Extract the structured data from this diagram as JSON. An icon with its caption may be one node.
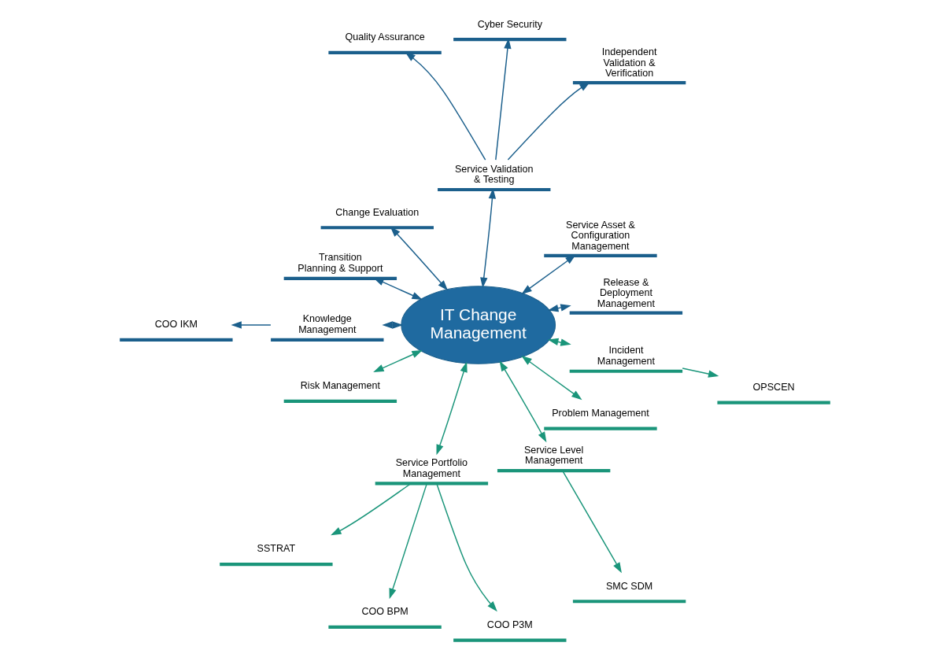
{
  "diagram": {
    "nodes": [
      {
        "text": [
          "IT Change Management"
        ]
      },
      {
        "text": [
          "Release & Deployment Management"
        ]
      },
      {
        "text": [
          "Service Asset & Configuration Management"
        ]
      },
      {
        "text": [
          "Independent Validation & Verification"
        ]
      },
      {
        "text": [
          "Service Validation & Testing"
        ]
      },
      {
        "text": [
          "Cyber Security"
        ]
      },
      {
        "text": [
          "Quality Assurance"
        ]
      },
      {
        "text": [
          "Change Evaluation"
        ]
      },
      {
        "text": [
          "Transition Planning & Support"
        ]
      },
      {
        "text": [
          "COO IKM"
        ]
      },
      {
        "text": [
          "Knowledge Management"
        ]
      },
      {
        "text": [
          "Risk Management"
        ]
      },
      {
        "text": [
          "SSTRAT"
        ]
      },
      {
        "text": [
          "Service Portfolio Management"
        ]
      },
      {
        "text": [
          "COO BPM"
        ]
      },
      {
        "text": [
          "COO P3M"
        ]
      },
      {
        "text": [
          "Service Level Management"
        ]
      },
      {
        "text": [
          "SMC SDM"
        ]
      },
      {
        "text": [
          "Problem Management"
        ]
      },
      {
        "text": [
          "Incident Management"
        ]
      },
      {
        "text": [
          "OPSCEN"
        ]
      }
    ],
    "edges": [
      {
        "from": 0,
        "to": 1,
        "arrow": "both",
        "color": "#1b5f8c"
      },
      {
        "from": 0,
        "to": 2,
        "arrow": "both",
        "color": "#1b5f8c"
      },
      {
        "from": 0,
        "to": 4,
        "arrow": "both",
        "color": "#1b5f8c"
      },
      {
        "from": 4,
        "to": 3,
        "arrow": "to",
        "color": "#1b5f8c"
      },
      {
        "from": 4,
        "to": 5,
        "arrow": "to",
        "color": "#1b5f8c"
      },
      {
        "from": 4,
        "to": 6,
        "arrow": "to",
        "color": "#1b5f8c"
      },
      {
        "from": 0,
        "to": 7,
        "arrow": "both",
        "color": "#1b5f8c"
      },
      {
        "from": 0,
        "to": 8,
        "arrow": "both",
        "color": "#1b5f8c"
      },
      {
        "from": 0,
        "to": 10,
        "arrow": "both",
        "color": "#1b5f8c"
      },
      {
        "from": 10,
        "to": 9,
        "arrow": "to",
        "color": "#1b5f8c"
      },
      {
        "from": 0,
        "to": 11,
        "arrow": "both",
        "color": "#1a957a"
      },
      {
        "from": 0,
        "to": 13,
        "arrow": "both",
        "color": "#1a957a"
      },
      {
        "from": 13,
        "to": 12,
        "arrow": "to",
        "color": "#1a957a"
      },
      {
        "from": 13,
        "to": 14,
        "arrow": "to",
        "color": "#1a957a"
      },
      {
        "from": 13,
        "to": 15,
        "arrow": "to",
        "color": "#1a957a"
      },
      {
        "from": 0,
        "to": 16,
        "arrow": "both",
        "color": "#1a957a"
      },
      {
        "from": 16,
        "to": 17,
        "arrow": "to",
        "color": "#1a957a"
      },
      {
        "from": 0,
        "to": 18,
        "arrow": "both",
        "color": "#1a957a"
      },
      {
        "from": 0,
        "to": 19,
        "arrow": "both",
        "color": "#1a957a"
      },
      {
        "from": 19,
        "to": 20,
        "arrow": "to",
        "color": "#1a957a"
      }
    ]
  }
}
